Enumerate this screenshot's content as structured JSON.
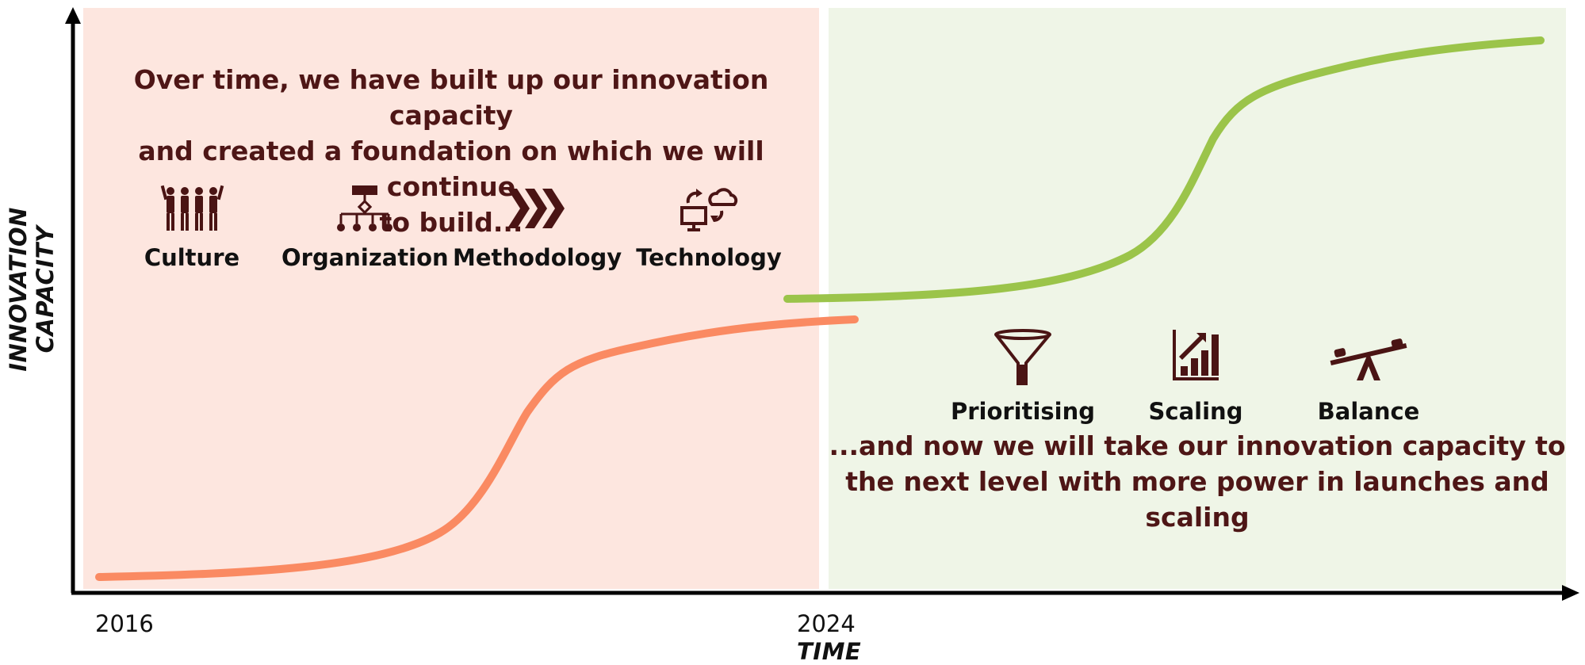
{
  "colors": {
    "past_panel": "#fde6df",
    "future_panel": "#eff5e7",
    "past_curve": "#fa8a62",
    "future_curve": "#9bc44a",
    "text_dark_red": "#4e1616",
    "icon": "#4a1414",
    "axis": "#000000"
  },
  "axes": {
    "y_title_lines": [
      "INNOVATION",
      "CAPACITY"
    ],
    "x_title": "TIME",
    "x_ticks": [
      "2016",
      "2024"
    ]
  },
  "past": {
    "heading_lines": [
      "Over time, we have built up our innovation capacity",
      "and created a foundation on which we will continue",
      "to build..."
    ],
    "pillars": [
      {
        "label": "Culture",
        "icon": "people-group-icon"
      },
      {
        "label": "Organization",
        "icon": "org-chart-icon"
      },
      {
        "label": "Methodology",
        "icon": "chevrons-icon"
      },
      {
        "label": "Technology",
        "icon": "computer-cloud-icon"
      }
    ]
  },
  "future": {
    "heading_lines": [
      "...and now we will take our innovation capacity to",
      "the next level with more power in launches and",
      "scaling"
    ],
    "levers": [
      {
        "label": "Prioritising",
        "icon": "funnel-icon"
      },
      {
        "label": "Scaling",
        "icon": "growth-chart-icon"
      },
      {
        "label": "Balance",
        "icon": "seesaw-icon"
      }
    ]
  }
}
